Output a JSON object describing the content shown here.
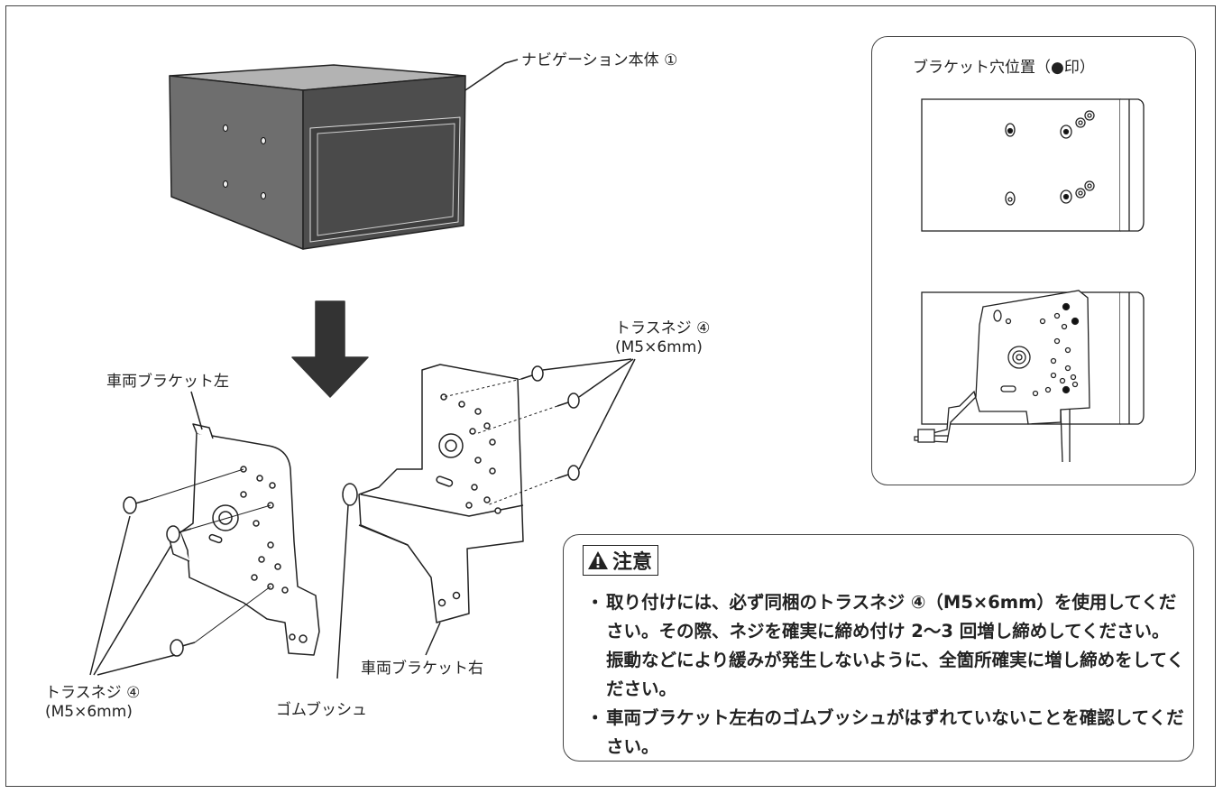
{
  "labels": {
    "nav_unit": "ナビゲーション本体 ①",
    "bracket_left": "車両ブラケット左",
    "bracket_right": "車両ブラケット右",
    "rubber_bush": "ゴムブッシュ",
    "screw_left": "トラスネジ ④\n(M5×6mm)",
    "screw_right": "トラスネジ ④\n(M5×6mm)"
  },
  "side_panel": {
    "title": "ブラケット穴位置（●印）"
  },
  "caution": {
    "heading": "注意",
    "items": [
      "取り付けには、必ず同梱のトラスネジ ④（M5×6mm）を使用してください。その際、ネジを確実に締め付け 2～3 回増し締めしてください。振動などにより緩みが発生しないように、全箇所確実に増し締めをしてください。",
      "車両ブラケット左右のゴムブッシュがはずれていないことを確認してください。"
    ]
  },
  "icons": {
    "caution": "warning-triangle-icon",
    "arrow": "down-arrow-icon"
  },
  "colors": {
    "line": "#222222",
    "fill_dark": "#333333",
    "box_front": "#6f6f6f",
    "box_top": "#ababab",
    "box_side": "#4a4a4a",
    "bracket_fill": "#ffffff"
  }
}
